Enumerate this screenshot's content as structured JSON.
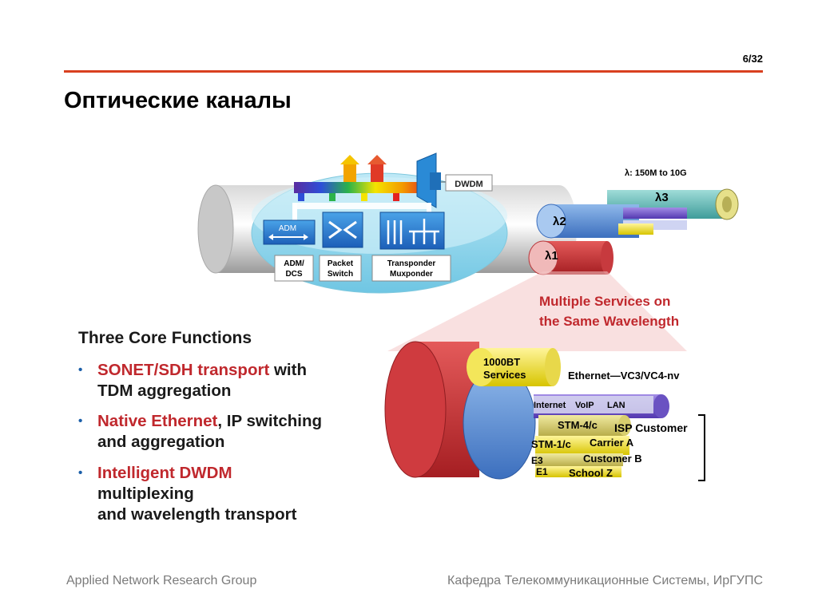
{
  "slide": {
    "page_number": "6/32",
    "title": "Оптические каналы"
  },
  "diagram": {
    "dwdm_label": "DWDM",
    "adm_icon_label": "ADM",
    "box_adm_line1": "ADM/",
    "box_adm_line2": "DCS",
    "box_packet_line1": "Packet",
    "box_packet_line2": "Switch",
    "box_transponder_line1": "Transponder",
    "box_transponder_line2": "Muxponder",
    "lambda_range": "λ: 150M to 10G",
    "lambda3": "λ3",
    "lambda2": "λ2",
    "lambda1": "λ1",
    "services_line1": "Multiple Services on",
    "services_line2": "the Same Wavelength",
    "bt_line1": "1000BT",
    "bt_line2": "Services",
    "ethernet_vc": "Ethernet—VC3/VC4-nv",
    "internet": "Internet",
    "voip": "VoIP",
    "lan": "LAN",
    "stm4": "STM-4/c",
    "isp_customer": "ISP Customer",
    "stm1": "STM-1/c",
    "carrier_a": "Carrier A",
    "e3": "E3",
    "customer_b": "Customer B",
    "e1": "E1",
    "school_z": "School Z"
  },
  "core": {
    "heading": "Three Core Functions",
    "bullets": [
      {
        "highlight": "SONET/SDH transport",
        "rest_line1": " with",
        "line2": "TDM aggregation"
      },
      {
        "highlight": "Native Ethernet",
        "rest_line1": ", IP switching",
        "line2": "and aggregation"
      },
      {
        "highlight": "Intelligent DWDM",
        "rest_line1": "",
        "line2": "multiplexing",
        "line3": "and wavelength transport"
      }
    ],
    "bullet_char": "•"
  },
  "footer": {
    "left": "Applied Network Research Group",
    "right": "Кафедра Телекоммуникационные Системы, ИрГУПС"
  },
  "colors": {
    "accent_rule": "#d9401f",
    "highlight_red": "#c0282d",
    "bullet_blue": "#1a5ea8",
    "footer_gray": "#7b7b7b"
  }
}
